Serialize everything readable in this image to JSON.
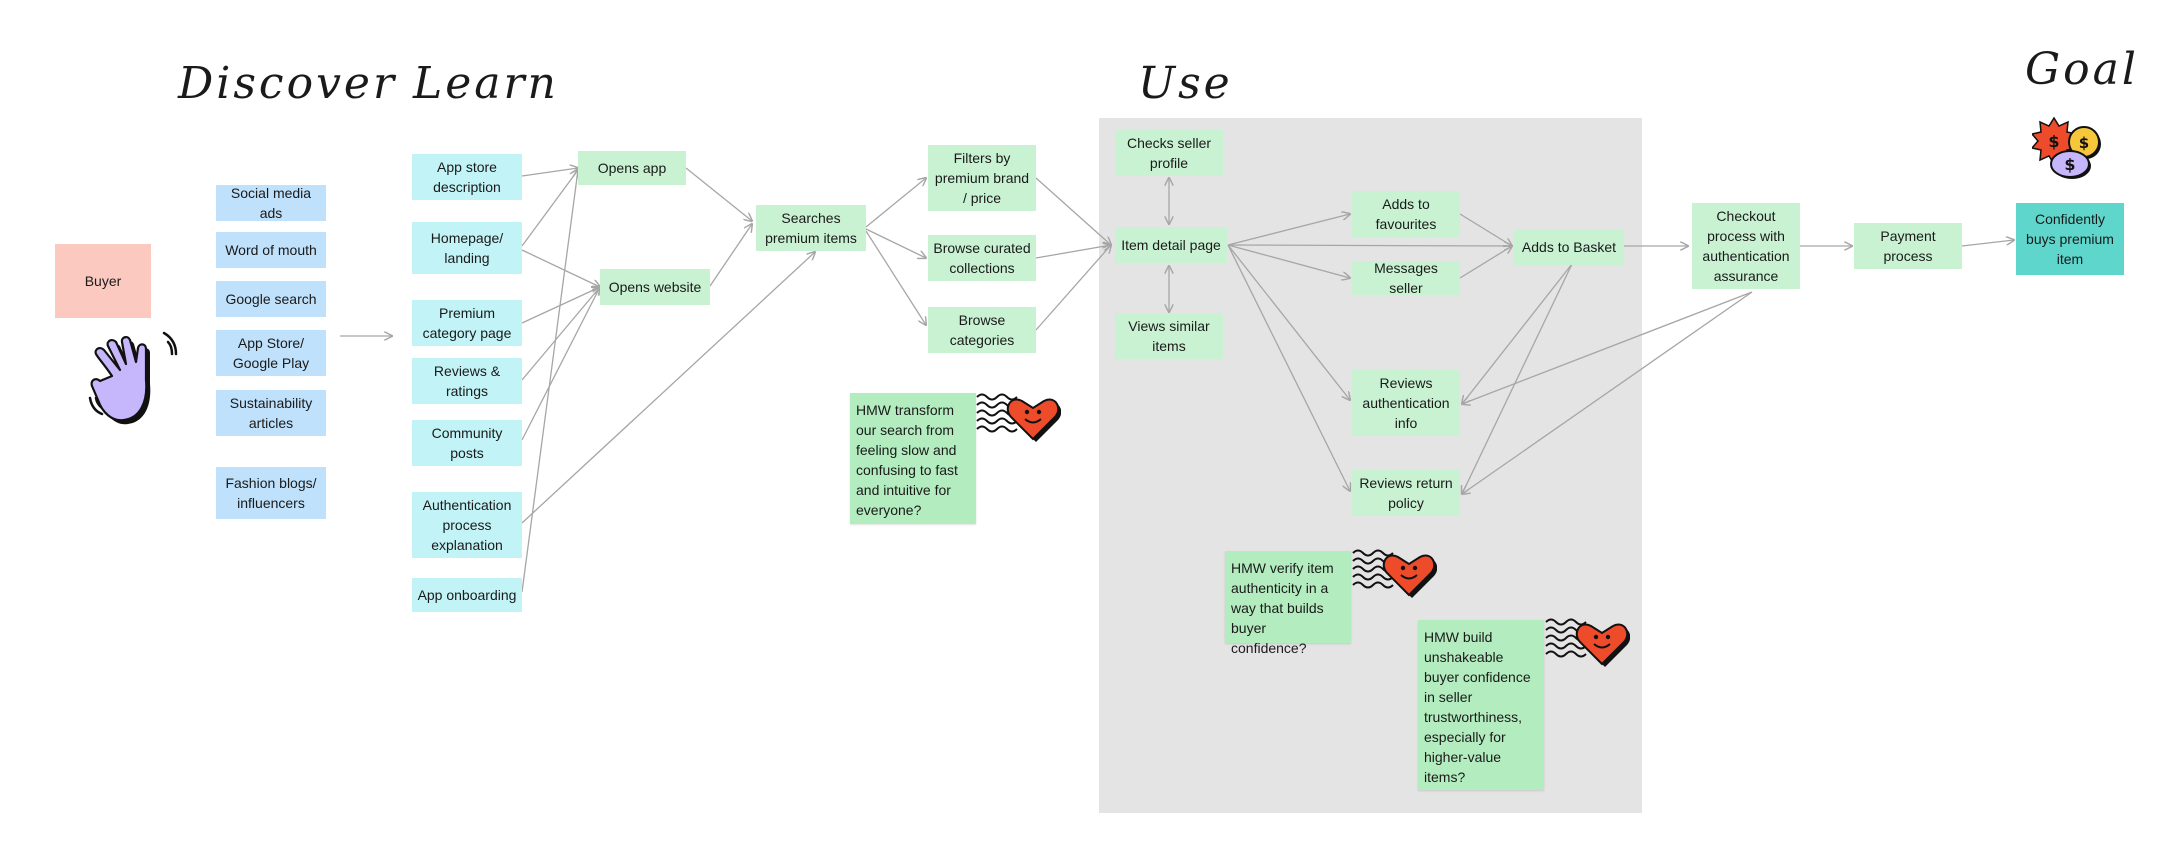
{
  "phases": {
    "discover": "Discover",
    "learn": "Learn",
    "use": "Use",
    "goal": "Goal"
  },
  "persona": "Buyer",
  "discover": [
    "Social media ads",
    "Word of mouth",
    "Google search",
    "App Store/ Google Play",
    "Sustainability articles",
    "Fashion blogs/ influencers"
  ],
  "learn": [
    "App store description",
    "Homepage/ landing",
    "Premium category page",
    "Reviews & ratings",
    "Community posts",
    "Authentication process explanation",
    "App onboarding"
  ],
  "entry": {
    "opens_app": "Opens app",
    "opens_website": "Opens website"
  },
  "search": "Searches premium items",
  "browse": {
    "filters": "Filters by premium brand / price",
    "curated": "Browse curated collections",
    "categories": "Browse categories"
  },
  "use": {
    "checks_seller": "Checks seller profile",
    "item_detail": "Item detail page",
    "views_similar": "Views similar items",
    "adds_favourites": "Adds to favourites",
    "messages_seller": "Messages seller",
    "reviews_auth": "Reviews authentication info",
    "reviews_return": "Reviews return policy",
    "adds_basket": "Adds to Basket"
  },
  "checkout": "Checkout process with authentication assurance",
  "payment": "Payment process",
  "goal": "Confidently buys premium item",
  "hmw": {
    "search": "HMW transform our search from feeling slow and confusing to fast and intuitive for everyone?",
    "verify": "HMW verify item authenticity in a way that builds buyer confidence?",
    "trust": "HMW build unshakeable buyer confidence in seller trustworthiness, especially for higher-value items?"
  },
  "icons": {
    "wave": "waving-hand-icon",
    "heart": "smiling-heart-sticker-icon",
    "money": "money-coins-icon"
  },
  "colors": {
    "discover_box": "#bfe1fb",
    "learn_box": "#c2f3f6",
    "step_box": "#c9f2d3",
    "goal_box": "#5ed6cc",
    "persona_box": "#fbc9c0",
    "hmw_note": "#b3edbf",
    "use_area": "#e4e4e4",
    "arrow": "#a6a6a6"
  }
}
